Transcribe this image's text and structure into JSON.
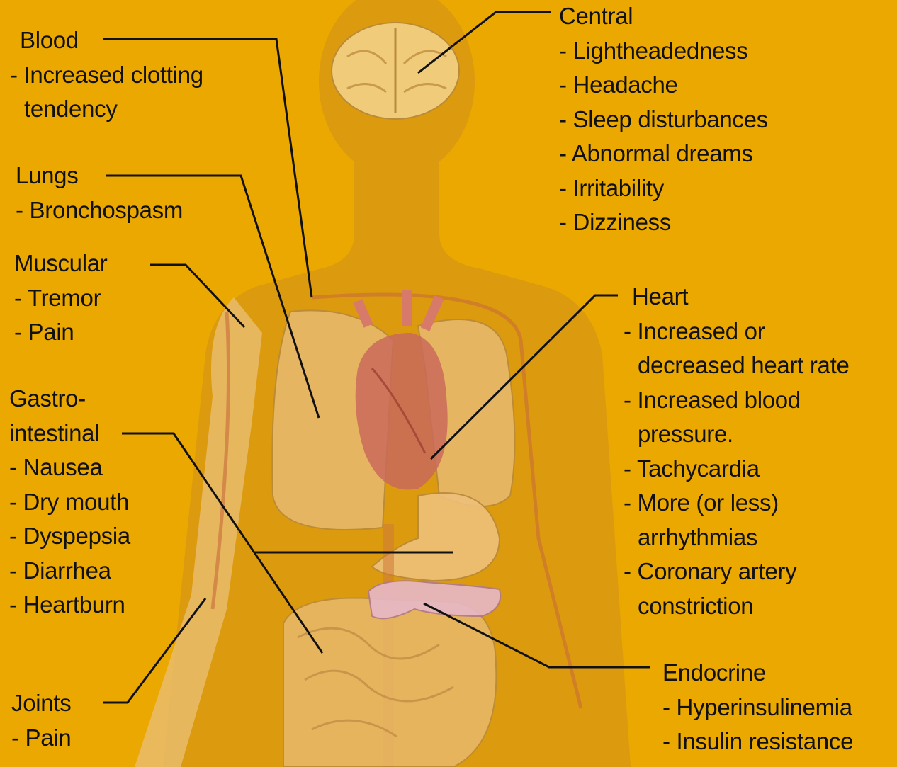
{
  "labels": {
    "blood": {
      "title": "Blood",
      "items": [
        "- Increased clotting",
        "tendency"
      ]
    },
    "lungs": {
      "title": "Lungs",
      "items": [
        "- Bronchospasm"
      ]
    },
    "muscular": {
      "title": "Muscular",
      "items": [
        "- Tremor",
        "- Pain"
      ]
    },
    "gastro": {
      "title_line1": "Gastro-",
      "title_line2": "intestinal",
      "items": [
        "- Nausea",
        "- Dry mouth",
        "- Dyspepsia",
        "- Diarrhea",
        "- Heartburn"
      ]
    },
    "joints": {
      "title": "Joints",
      "items": [
        "- Pain"
      ]
    },
    "central": {
      "title": "Central",
      "items": [
        "- Lightheadedness",
        "- Headache",
        "- Sleep disturbances",
        "- Abnormal dreams",
        "- Irritability",
        "- Dizziness"
      ]
    },
    "heart": {
      "title": "Heart",
      "items": [
        "- Increased or",
        "decreased heart rate",
        "- Increased blood",
        "pressure.",
        "- Tachycardia",
        "- More (or less)",
        "arrhythmias",
        "- Coronary artery",
        "constriction"
      ]
    },
    "endocrine": {
      "title": "Endocrine",
      "items": [
        "- Hyperinsulinemia",
        "- Insulin resistance"
      ]
    }
  },
  "colors": {
    "background": "#eba800",
    "body_silhouette": "#dc9a0f",
    "leader_line": "#111111",
    "organ_tint": "#e8b96a",
    "heart": "#c96a5a",
    "pancreas": "#e7b8c8"
  }
}
